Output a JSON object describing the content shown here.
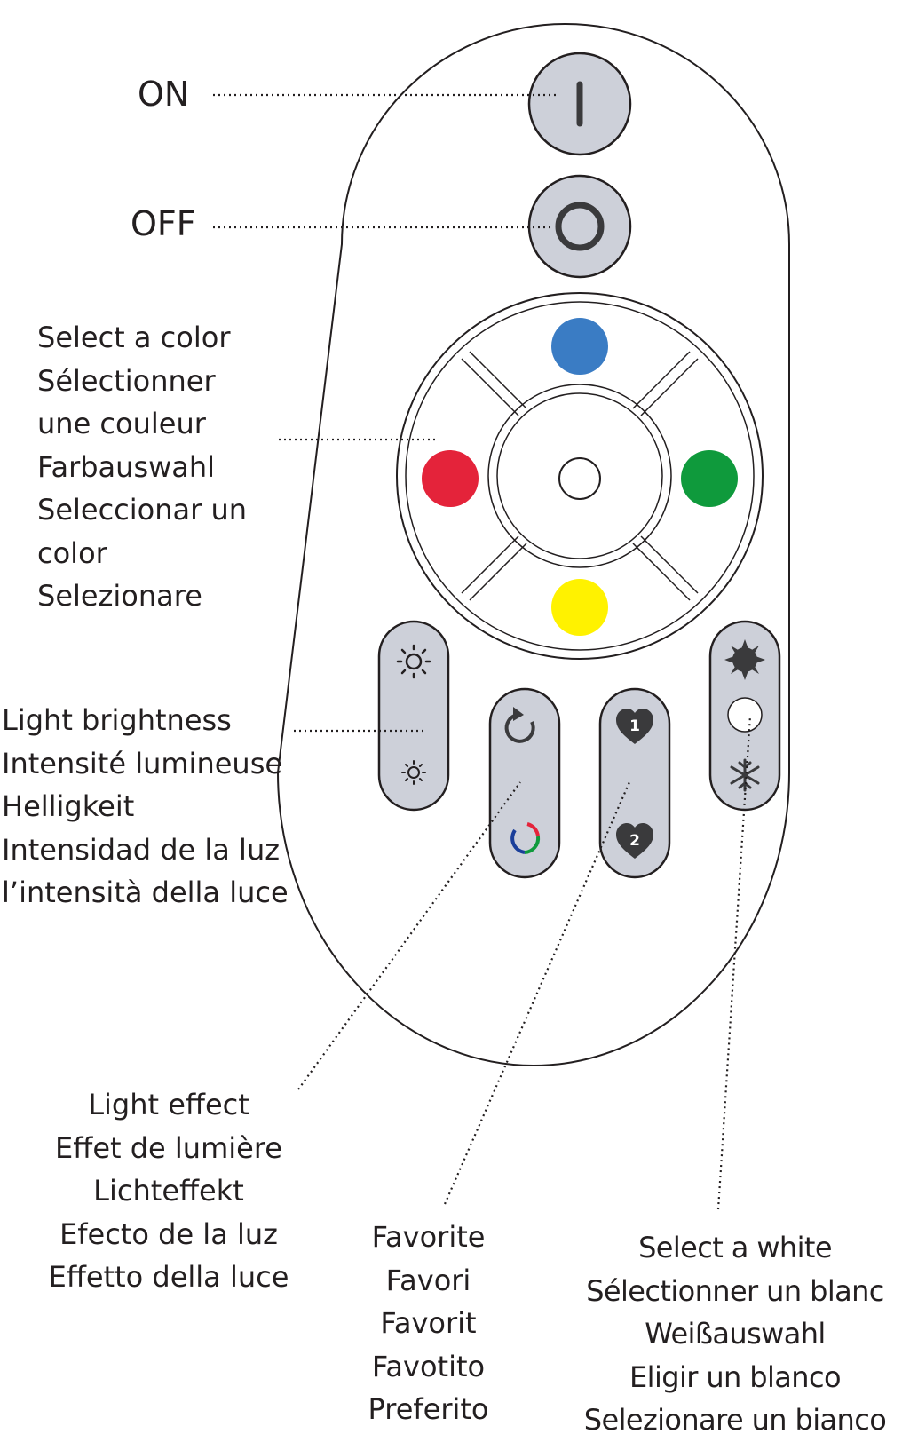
{
  "labels": {
    "on": "ON",
    "off": "OFF",
    "color_select": [
      "Select a color",
      "Sélectionner",
      "une couleur",
      "Farbauswahl",
      "Seleccionar un",
      "color",
      "Selezionare"
    ],
    "brightness": [
      "Light brightness",
      "Intensité lumineuse",
      "Helligkeit",
      "Intensidad de la luz",
      "l’intensità della luce"
    ],
    "effect": [
      "Light effect",
      "Effet de lumière",
      "Lichteffekt",
      "Efecto de la luz",
      "Effetto della luce"
    ],
    "favorite": [
      "Favorite",
      "Favori",
      "Favorit",
      "Favotito",
      "Preferito"
    ],
    "white": [
      "Select a white",
      "Sélectionner un blanc",
      "Weißauswahl",
      "Eligir un blanco",
      "Selezionare un bianco"
    ]
  },
  "button_glyphs": {
    "favorite_1": "1",
    "favorite_2": "2"
  },
  "colors": {
    "button_fill": "#cdd0d9",
    "outline": "#231f20",
    "blue": "#3a7cc4",
    "red": "#e4233a",
    "green": "#0f9a3c",
    "yellow": "#fff200"
  }
}
